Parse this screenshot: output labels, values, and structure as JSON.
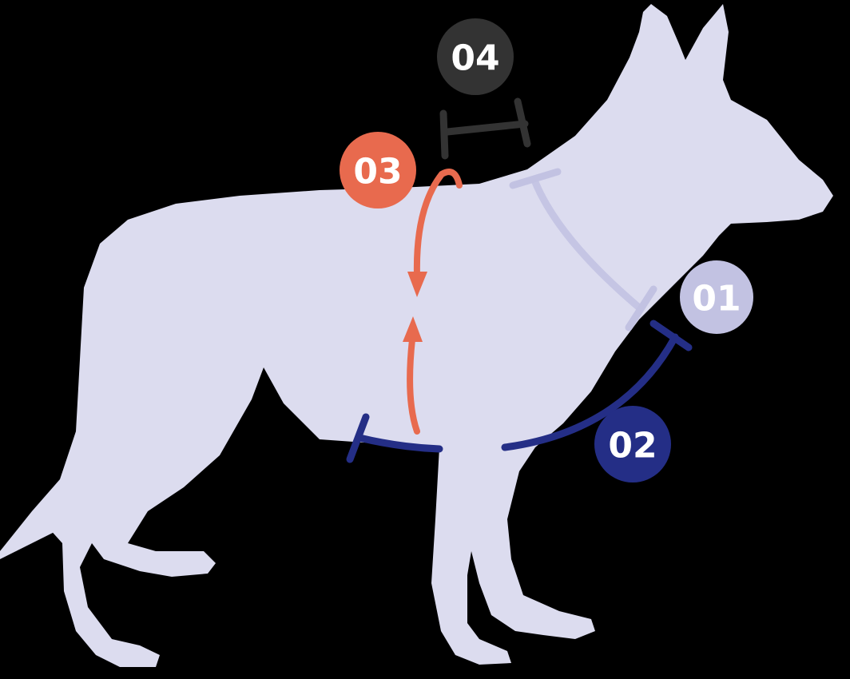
{
  "background": "#000000",
  "dog": {
    "fill": "#dcdcef"
  },
  "markers": [
    {
      "id": "01",
      "label": "01",
      "color": "#c2c2e2",
      "text_color": "#ffffff"
    },
    {
      "id": "02",
      "label": "02",
      "color": "#242e86",
      "text_color": "#ffffff"
    },
    {
      "id": "03",
      "label": "03",
      "color": "#e86a4e",
      "text_color": "#ffffff"
    },
    {
      "id": "04",
      "label": "04",
      "color": "#333333",
      "text_color": "#ffffff"
    }
  ],
  "measurement_lines": {
    "neck": {
      "color": "#c2c2e2"
    },
    "length": {
      "color": "#242e86"
    },
    "girth": {
      "color": "#e86a4e"
    },
    "back": {
      "color": "#333333"
    }
  }
}
